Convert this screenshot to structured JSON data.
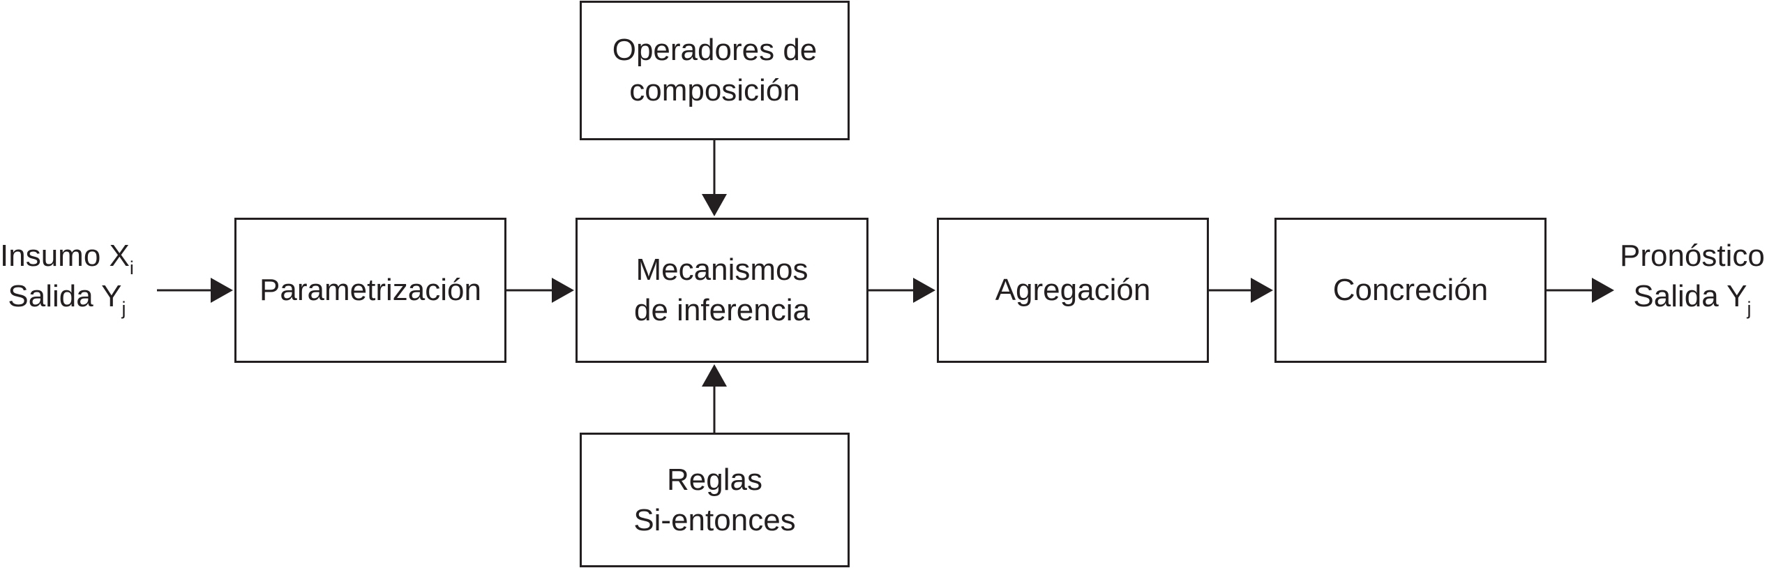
{
  "input": {
    "line1_text": "Insumo X",
    "line1_sub": "i",
    "line2_text": "Salida Y",
    "line2_sub": "j"
  },
  "boxes": {
    "operadores": [
      "Operadores de",
      "composición"
    ],
    "parametrizacion": [
      "Parametrización"
    ],
    "mecanismos": [
      "Mecanismos",
      "de inferencia"
    ],
    "agregacion": [
      "Agregación"
    ],
    "concrecion": [
      "Concreción"
    ],
    "reglas": [
      "Reglas",
      "Si-entonces"
    ]
  },
  "output": {
    "line1_text": "Pronóstico",
    "line2_text": "Salida Y",
    "line2_sub": "j"
  },
  "colors": {
    "stroke": "#231f20",
    "background": "#ffffff"
  }
}
